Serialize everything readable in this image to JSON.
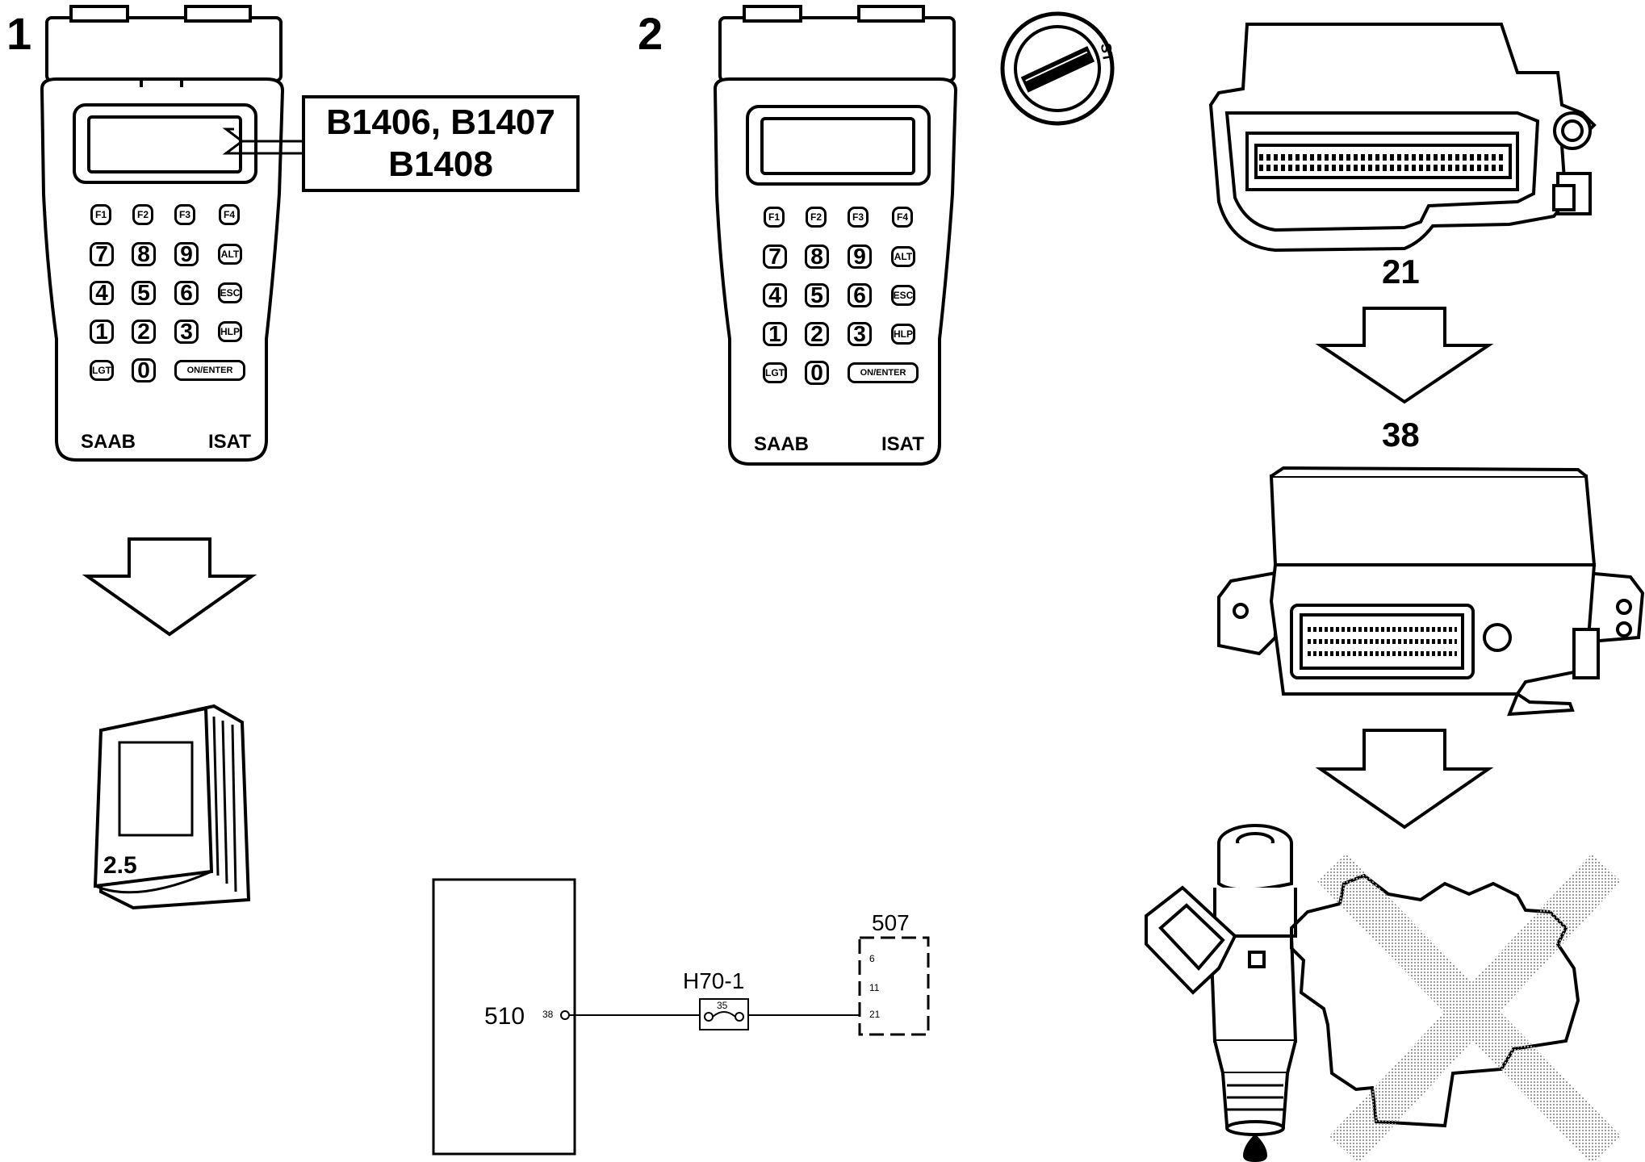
{
  "steps": {
    "step1": "1",
    "step2": "2"
  },
  "callout": {
    "line1": "B1406, B1407",
    "line2": "B1408"
  },
  "tester": {
    "brand": "SAAB",
    "model": "ISAT",
    "keys": {
      "f1": "F1",
      "f2": "F2",
      "f3": "F3",
      "f4": "F4",
      "k7": "7",
      "k8": "8",
      "k9": "9",
      "alt": "ALT",
      "k4": "4",
      "k5": "5",
      "k6": "6",
      "esc": "ESC",
      "k1": "1",
      "k2": "2",
      "k3": "3",
      "hlp": "HLP",
      "lgt": "LGT",
      "k0": "0",
      "enter": "ON/ENTER"
    }
  },
  "ignition": {
    "label": "ST"
  },
  "manual": {
    "label": "2.5"
  },
  "ecu_flow": {
    "from_pin": "21",
    "to_pin": "38"
  },
  "wiring": {
    "ecm": "510",
    "ecm_pin": "38",
    "connector": "H70-1",
    "connector_pin": "35",
    "component": "507",
    "component_pins": [
      "6",
      "11",
      "21"
    ]
  }
}
